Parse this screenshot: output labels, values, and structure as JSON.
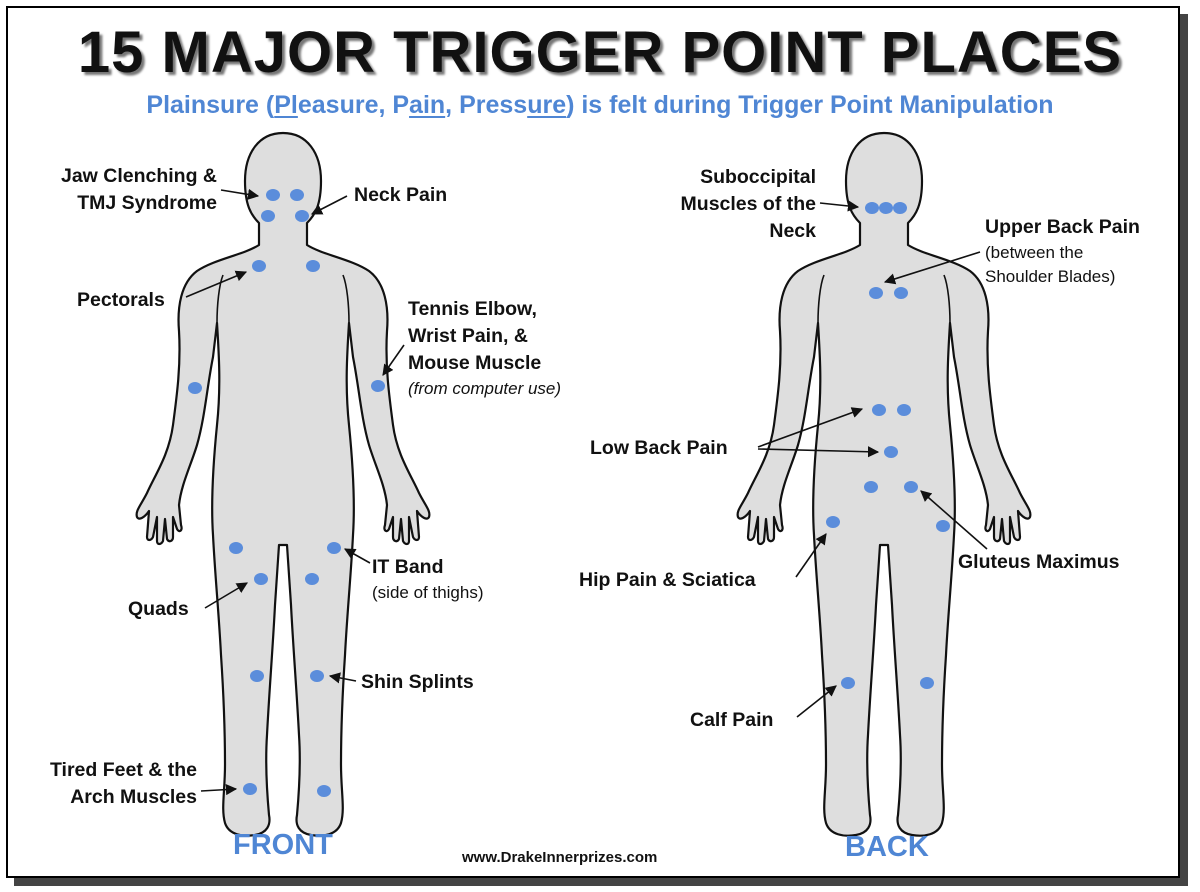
{
  "title": "15 MAJOR TRIGGER POINT PLACES",
  "subtitle": {
    "p1": "Plainsure (",
    "p2": "Pl",
    "p3": "easure, P",
    "p4": "ain",
    "p5": ", Press",
    "p6": "ure",
    "p7": ") is felt during Trigger Point Manipulation"
  },
  "front": {
    "view_label": "FRONT",
    "labels": {
      "jaw_1": "Jaw Clenching &",
      "jaw_2": "TMJ Syndrome",
      "neck": "Neck Pain",
      "pectorals": "Pectorals",
      "tennis_1": "Tennis Elbow,",
      "tennis_2": "Wrist Pain, &",
      "tennis_3": "Mouse Muscle",
      "tennis_note": "(from computer use)",
      "it_band": "IT Band",
      "it_band_note": "(side of thighs)",
      "quads": "Quads",
      "shin": "Shin Splints",
      "feet_1": "Tired Feet & the",
      "feet_2": "Arch Muscles"
    }
  },
  "back": {
    "view_label": "BACK",
    "labels": {
      "subocc_1": "Suboccipital",
      "subocc_2": "Muscles of the",
      "subocc_3": "Neck",
      "upper_1": "Upper Back Pain",
      "upper_2": "(between the",
      "upper_3": "Shoulder Blades)",
      "low_back": "Low Back Pain",
      "gluteus": "Gluteus Maximus",
      "hip": "Hip Pain & Sciatica",
      "calf": "Calf Pain"
    }
  },
  "url": "www.DrakeInnerprizes.com",
  "colors": {
    "point": "#5b8ddb",
    "body_fill": "#dedede",
    "accent": "#4f86d4"
  }
}
